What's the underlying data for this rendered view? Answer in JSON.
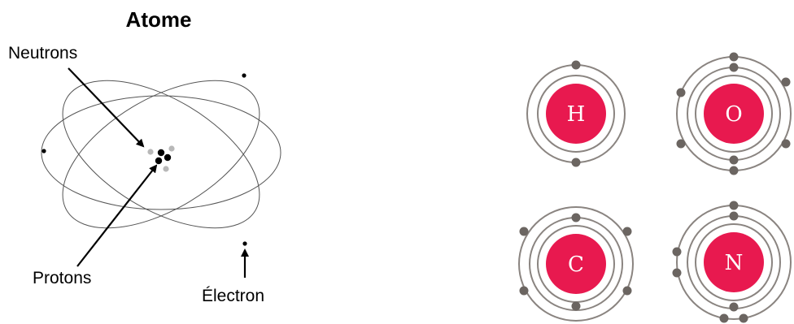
{
  "atom_diagram": {
    "title": "Atome",
    "labels": {
      "neutrons": "Neutrons",
      "protons": "Protons",
      "electron": "Électron"
    }
  },
  "element_models": [
    {
      "symbol": "H",
      "shells": 1,
      "electrons": [
        2
      ]
    },
    {
      "symbol": "O",
      "shells": 2,
      "electrons": [
        2,
        6
      ]
    },
    {
      "symbol": "C",
      "shells": 2,
      "electrons": [
        2,
        4
      ]
    },
    {
      "symbol": "N",
      "shells": 2,
      "electrons": [
        2,
        5
      ]
    }
  ],
  "colors": {
    "nucleus": "#e8194f",
    "shell": "#8a8480",
    "electron": "#6b6561",
    "orbit": "#555555",
    "neutron": "#b8b8b8",
    "proton": "#000000"
  }
}
